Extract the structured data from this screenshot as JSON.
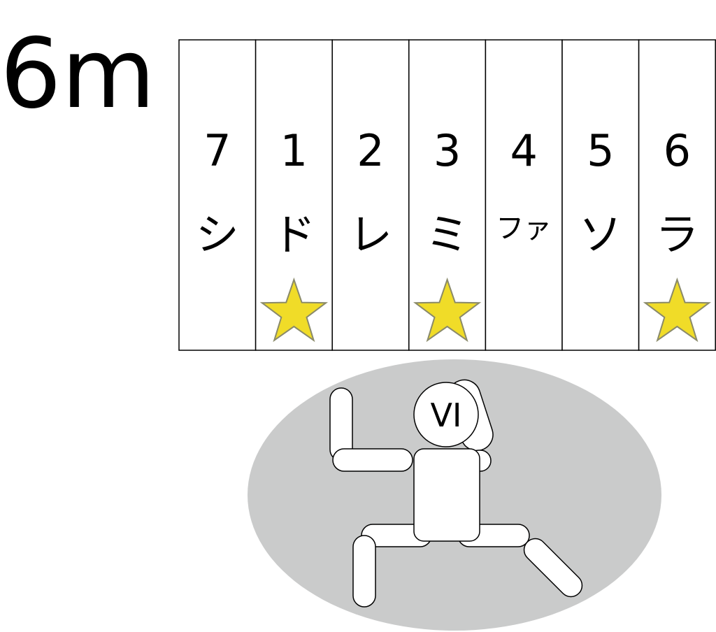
{
  "distance_label": "6m",
  "columns": [
    {
      "degree": "7",
      "solfege": "シ",
      "star": false
    },
    {
      "degree": "1",
      "solfege": "ド",
      "star": true
    },
    {
      "degree": "2",
      "solfege": "レ",
      "star": false
    },
    {
      "degree": "3",
      "solfege": "ミ",
      "star": true
    },
    {
      "degree": "4",
      "solfege": "ファ",
      "star": false
    },
    {
      "degree": "5",
      "solfege": "ソ",
      "star": false
    },
    {
      "degree": "6",
      "solfege": "ラ",
      "star": true
    }
  ],
  "figure": {
    "chord_label": "VI"
  },
  "colors": {
    "star_fill": "#f0dc28",
    "platform": "#cacbcb",
    "outline": "#000000",
    "background": "#ffffff"
  }
}
